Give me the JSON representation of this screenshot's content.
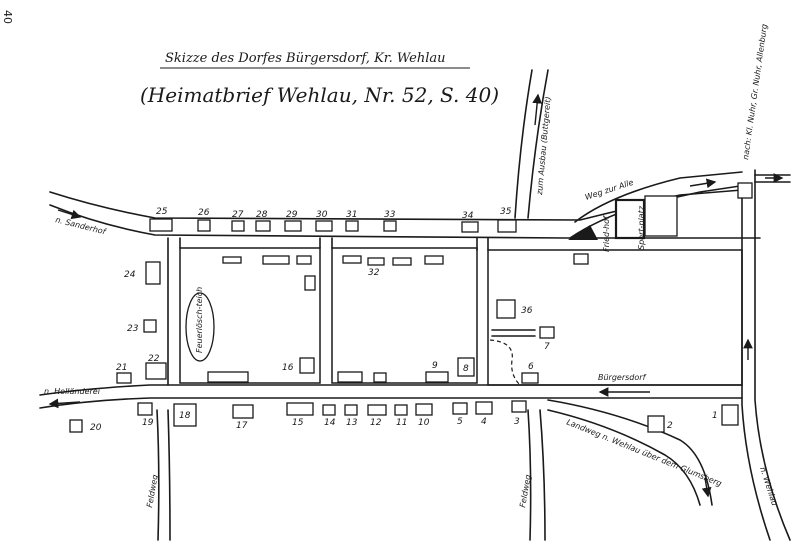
{
  "page_number": "40",
  "title": "Skizze des Dorfes Bürgersdorf, Kr. Wehlau",
  "source": "(Heimatbrief Wehlau, Nr. 52, S. 40)",
  "labels": {
    "sanderhof": "n. Sanderhof",
    "hollaenderei": "n. Holländerei",
    "zum_ausbau": "zum Ausbau (Buttgereit)",
    "weg_zur_alle": "Weg zur Alle",
    "friedhof": "Fried-hof",
    "sportplatz": "Sport-platz",
    "nach_kl_nuhr": "nach: Kl. Nuhr, Gr. Nuhr, Allenburg",
    "buergersdorf": "Bürgersdorf",
    "landweg": "Landweg n. Wehlau über dem Glumsberg",
    "n_wehlau": "n. Wehlau",
    "feuerloeschteich": "Feuerlösch-teich",
    "feldweg_left": "Feldweg",
    "feldweg_mid": "Feldweg"
  },
  "house_numbers": [
    "1",
    "2",
    "3",
    "4",
    "5",
    "6",
    "7",
    "8",
    "9",
    "10",
    "11",
    "12",
    "13",
    "14",
    "15",
    "16",
    "17",
    "18",
    "19",
    "20",
    "21",
    "22",
    "23",
    "24",
    "25",
    "26",
    "27",
    "28",
    "29",
    "30",
    "31",
    "32",
    "33",
    "34",
    "35",
    "36"
  ]
}
